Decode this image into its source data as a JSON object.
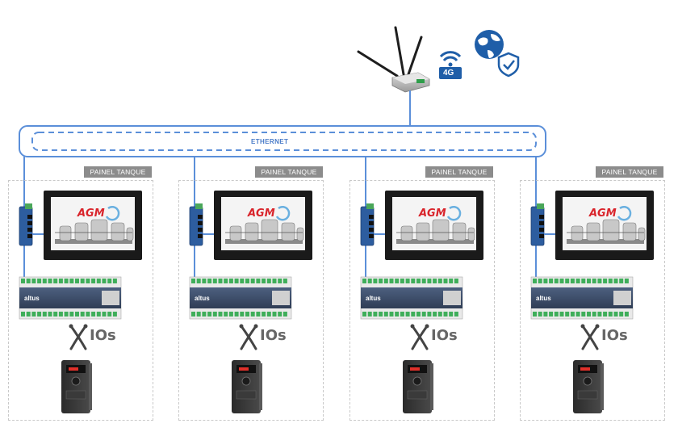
{
  "network": {
    "ethernet_label": "ETHERNET"
  },
  "router": {
    "cellular_badge": "4G"
  },
  "panels": [
    {
      "label": "PAINEL TANQUE",
      "hmi_logo": "AGM",
      "io_label": "IOs"
    },
    {
      "label": "PAINEL TANQUE",
      "hmi_logo": "AGM",
      "io_label": "IOs"
    },
    {
      "label": "PAINEL TANQUE",
      "hmi_logo": "AGM",
      "io_label": "IOs"
    },
    {
      "label": "PAINEL TANQUE",
      "hmi_logo": "AGM",
      "io_label": "IOs"
    }
  ],
  "plc": {
    "brand": "altus"
  },
  "colors": {
    "link": "#5b8fd9",
    "panel_label_bg": "#8c8c8c",
    "plc_body": "#3e4f6a",
    "terminal_green": "#3fae5a",
    "agm_logo": "#d9242b",
    "globe": "#1f5ea8"
  },
  "icons": [
    "wifi-icon",
    "globe-icon",
    "shield-check-icon",
    "cable-cross-icon"
  ]
}
